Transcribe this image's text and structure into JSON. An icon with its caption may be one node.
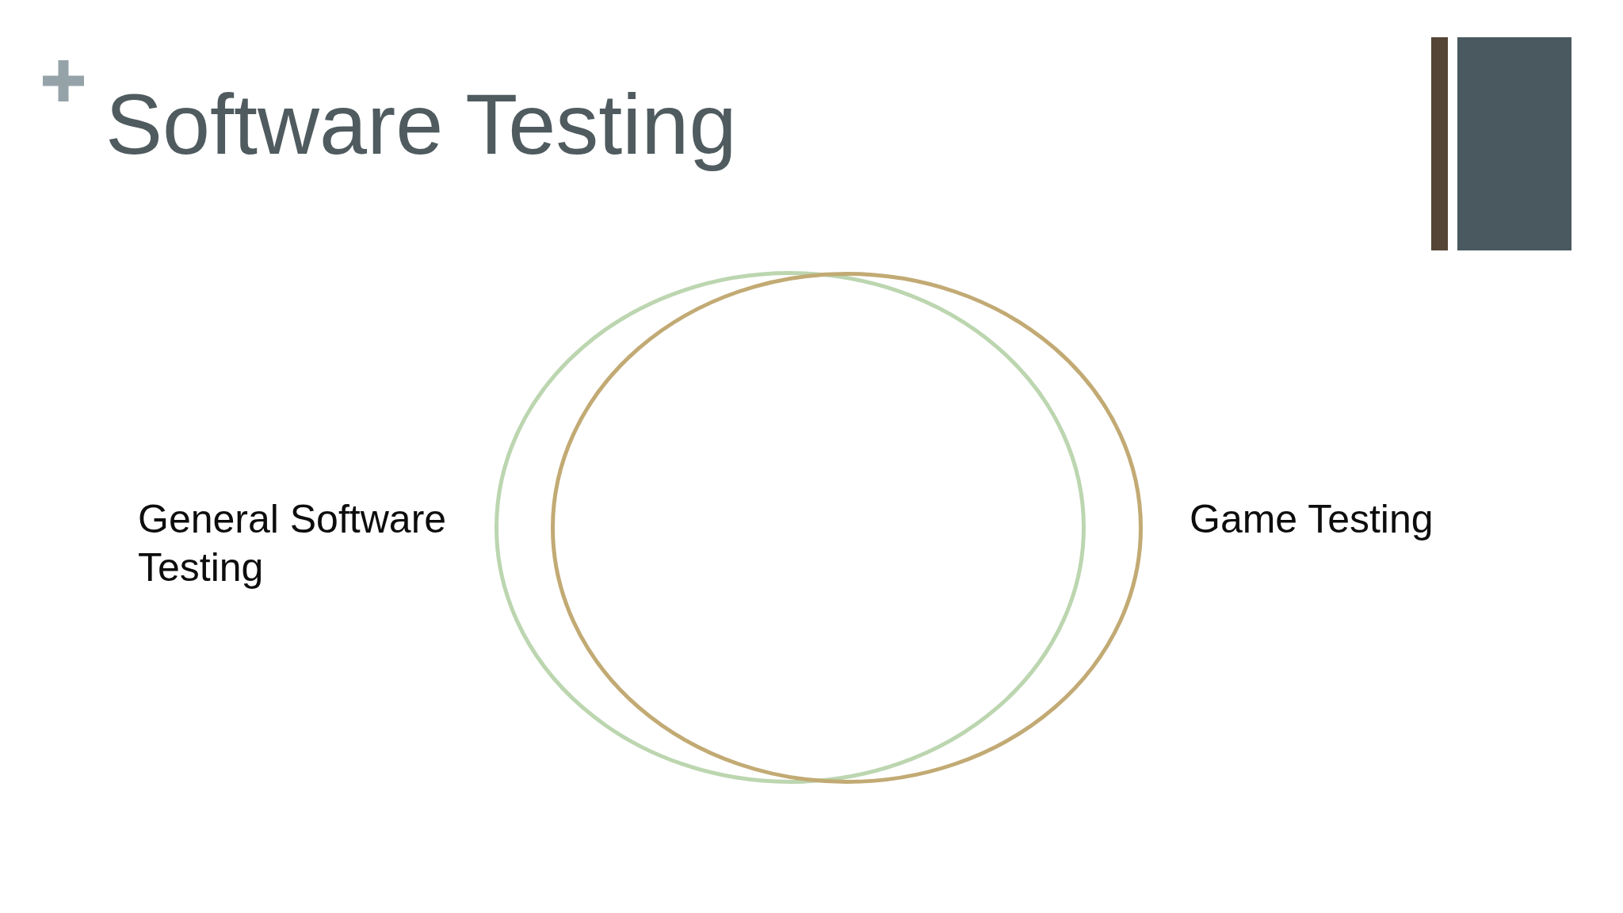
{
  "diagram": {
    "title": "Software Testing",
    "nodes": [
      {
        "text": [],
        "shape": "ellipse",
        "beside": [
          "General Software Testing"
        ]
      },
      {
        "text": [],
        "shape": "ellipse",
        "beside": [
          "Game Testing"
        ]
      }
    ]
  }
}
